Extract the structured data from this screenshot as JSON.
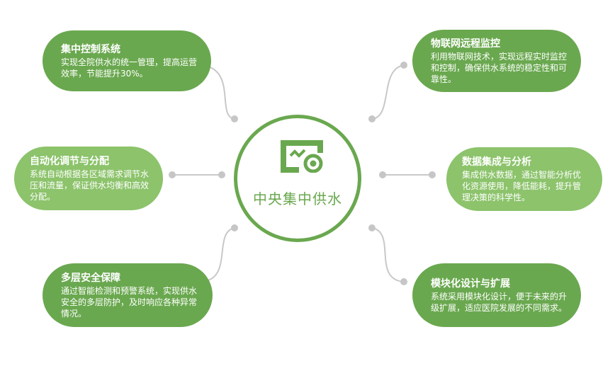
{
  "center": {
    "label": "中央集中供水",
    "icon": "monitor-eye-icon",
    "color": "#6aa84f"
  },
  "colors": {
    "dark_green": "#6aa84f",
    "light_green": "#8cc36b",
    "connector": "#c2c2c2"
  },
  "nodes": [
    {
      "id": "top-left",
      "title": "集中控制系统",
      "desc": "实现全院供水的统一管理，提高运营效率，节能提升30%。"
    },
    {
      "id": "top-right",
      "title": "物联网远程监控",
      "desc": "利用物联网技术，实现远程实时监控和控制，确保供水系统的稳定性和可靠性。"
    },
    {
      "id": "mid-left",
      "title": "自动化调节与分配",
      "desc": "系统自动根据各区域需求调节水压和流量，保证供水均衡和高效分配。"
    },
    {
      "id": "mid-right",
      "title": "数据集成与分析",
      "desc": "集成供水数据，通过智能分析优化资源使用，降低能耗，提升管理决策的科学性。"
    },
    {
      "id": "bottom-left",
      "title": "多层安全保障",
      "desc": "通过智能检测和预警系统，实现供水安全的多层防护，及时响应各种异常情况。"
    },
    {
      "id": "bottom-right",
      "title": "模块化设计与扩展",
      "desc": "系统采用模块化设计，便于未来的升级扩展，适应医院发展的不同需求。"
    }
  ]
}
